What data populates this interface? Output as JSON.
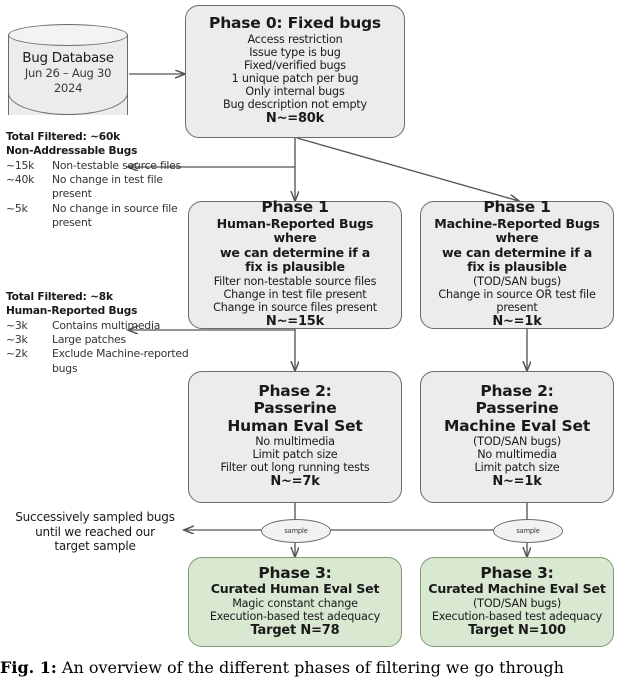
{
  "figure": {
    "caption_label": "Fig. 1:",
    "caption_text": " An overview of the different phases of filtering we go through"
  },
  "database": {
    "name": "Bug Database",
    "date_range": "Jun 26 – Aug 30",
    "year": "2024"
  },
  "phase0": {
    "title": "Phase 0: Fixed bugs",
    "criteria": [
      "Access restriction",
      "Issue type is bug",
      "Fixed/verified bugs",
      "1 unique patch per bug",
      "Only internal bugs",
      "Bug description not empty"
    ],
    "count": "N~=80k"
  },
  "filter1": {
    "total": "Total Filtered: ~60k",
    "heading": "Non-Addressable Bugs",
    "rows": [
      {
        "k": "~15k",
        "v": "Non-testable source files"
      },
      {
        "k": "~40k",
        "v": "No change in test file present"
      },
      {
        "k": "~5k",
        "v": "No change in source file present"
      }
    ]
  },
  "phase1_human": {
    "title": "Phase 1",
    "subtitle": [
      "Human-Reported Bugs where",
      "we can determine if a",
      "fix is plausible"
    ],
    "criteria": [
      "Filter non-testable source files",
      "Change in test file present",
      "Change in source files present"
    ],
    "count": "N~=15k"
  },
  "phase1_machine": {
    "title": "Phase 1",
    "subtitle": [
      "Machine-Reported Bugs where",
      "we can determine if a",
      "fix is plausible"
    ],
    "criteria": [
      "(TOD/SAN bugs)",
      "Change in source OR test file present"
    ],
    "count": "N~=1k"
  },
  "filter2": {
    "total": "Total Filtered: ~8k",
    "heading": "Human-Reported Bugs",
    "rows": [
      {
        "k": "~3k",
        "v": "Contains multimedia"
      },
      {
        "k": "~3k",
        "v": "Large patches"
      },
      {
        "k": "~2k",
        "v": "Exclude Machine-reported bugs"
      }
    ]
  },
  "phase2_human": {
    "title": [
      "Phase 2:",
      "Passerine",
      "Human Eval Set"
    ],
    "criteria": [
      "No multimedia",
      "Limit patch size",
      "Filter out long running tests"
    ],
    "count": "N~=7k"
  },
  "phase2_machine": {
    "title": [
      "Phase 2:",
      "Passerine",
      "Machine Eval Set"
    ],
    "criteria": [
      "(TOD/SAN bugs)",
      "No multimedia",
      "Limit patch size"
    ],
    "count": "N~=1k"
  },
  "sampling": {
    "note": [
      "Successively sampled bugs",
      "until we reached our",
      "target sample"
    ],
    "oval_label_human": "sample",
    "oval_label_machine": "sample"
  },
  "phase3_human": {
    "title": "Phase 3:",
    "subtitle": "Curated Human Eval Set",
    "criteria": [
      "Magic constant change",
      "Execution-based test adequacy"
    ],
    "count": "Target N=78"
  },
  "phase3_machine": {
    "title": "Phase 3:",
    "subtitle": "Curated Machine Eval Set",
    "criteria": [
      "(TOD/SAN bugs)",
      "Execution-based test adequacy"
    ],
    "count": "Target N=100"
  },
  "colors": {
    "node_fill": "#ececec",
    "node_stroke": "#6b6b6b",
    "green_fill": "#d9e8d1",
    "green_stroke": "#7d9a73"
  }
}
